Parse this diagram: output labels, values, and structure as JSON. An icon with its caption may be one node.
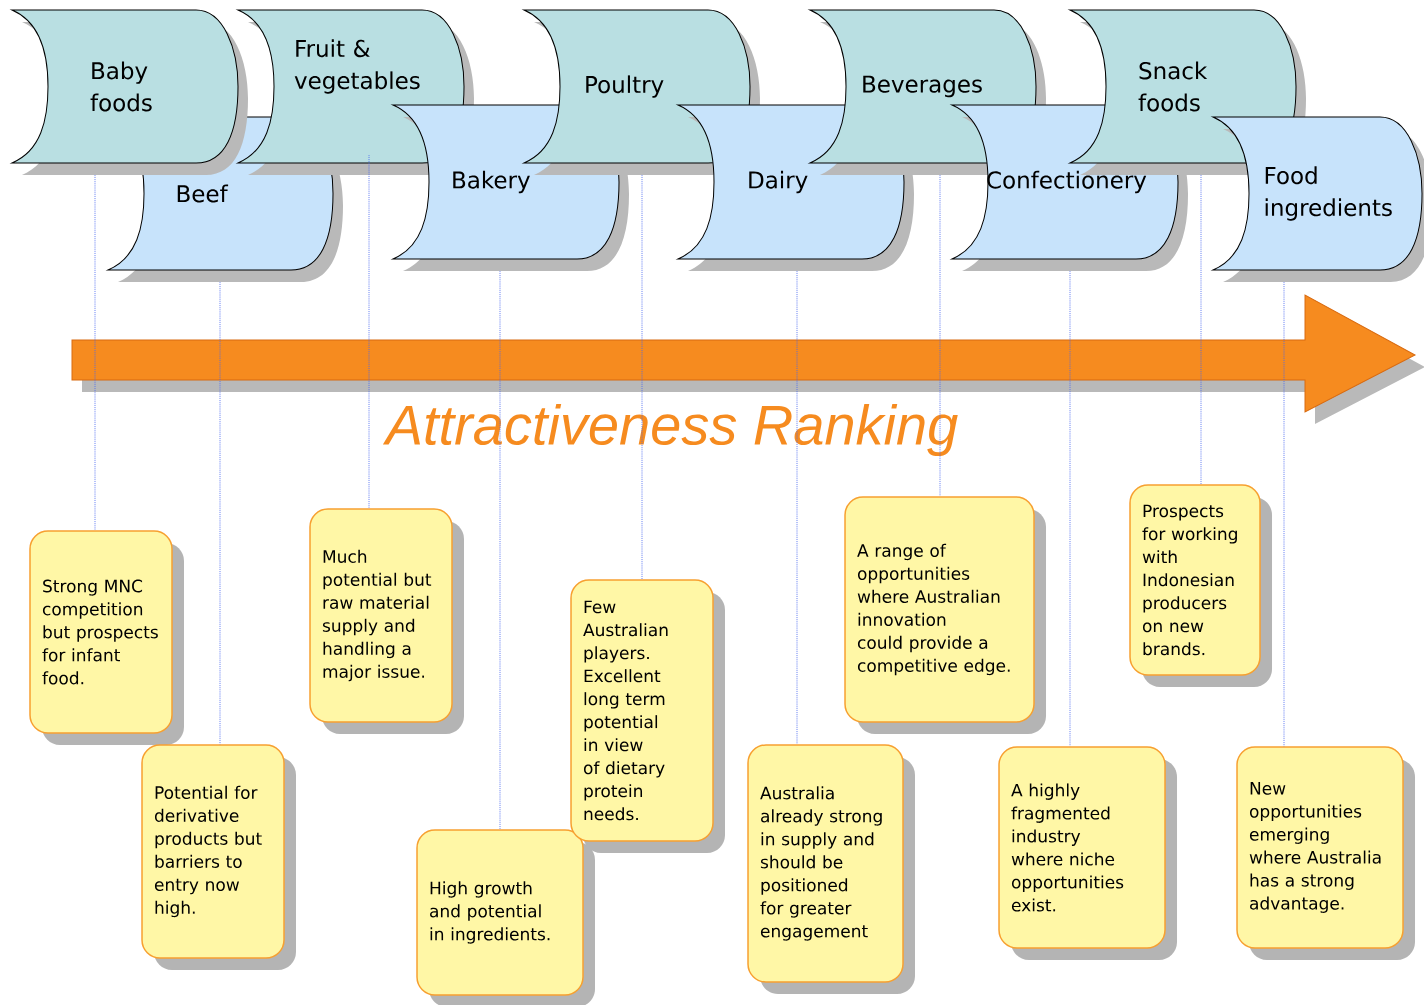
{
  "diagram": {
    "nodes": [
      {
        "text": [
          "Baby foods"
        ]
      },
      {
        "text": [
          "Beef"
        ]
      },
      {
        "text": [
          "Fruit & vegetables"
        ]
      },
      {
        "text": [
          "Bakery"
        ]
      },
      {
        "text": [
          "Poultry"
        ]
      },
      {
        "text": [
          "Dairy"
        ]
      },
      {
        "text": [
          "Beverages"
        ]
      },
      {
        "text": [
          "Confectionery"
        ]
      },
      {
        "text": [
          "Snack foods"
        ]
      },
      {
        "text": [
          "Food ingredients"
        ]
      },
      {
        "text": [
          "Strong MNC competition but prospects for infant food."
        ]
      },
      {
        "text": [
          "Potential for derivative products but barriers to entry now high."
        ]
      },
      {
        "text": [
          "Much potential but raw material supply and handling a major issue."
        ]
      },
      {
        "text": [
          "High growth and potential in ingredients."
        ]
      },
      {
        "text": [
          "Few Australian players. Excellent long term potential in view of dietary protein needs."
        ]
      },
      {
        "text": [
          "Australia already strong in supply and should be positioned for greater engagement"
        ]
      },
      {
        "text": [
          "A range of opportunities where Australian innovation could provide a competitive edge."
        ]
      },
      {
        "text": [
          "A highly fragmented industry where niche opportunities exist."
        ]
      },
      {
        "text": [
          "Prospects for working with Indonesian producers on new brands."
        ]
      },
      {
        "text": [
          "New opportunities emerging where Australia has a strong advantage."
        ]
      }
    ],
    "edges": [
      {
        "from": 0,
        "to": 10,
        "arrow": "none"
      },
      {
        "from": 1,
        "to": 11,
        "arrow": "none"
      },
      {
        "from": 2,
        "to": 12,
        "arrow": "none"
      },
      {
        "from": 3,
        "to": 13,
        "arrow": "none"
      },
      {
        "from": 4,
        "to": 14,
        "arrow": "none"
      },
      {
        "from": 5,
        "to": 15,
        "arrow": "none"
      },
      {
        "from": 6,
        "to": 16,
        "arrow": "none"
      },
      {
        "from": 7,
        "to": 17,
        "arrow": "none"
      },
      {
        "from": 8,
        "to": 18,
        "arrow": "none"
      },
      {
        "from": 9,
        "to": 19,
        "arrow": "none"
      }
    ],
    "labels": [
      "Attractiveness Ranking"
    ]
  }
}
